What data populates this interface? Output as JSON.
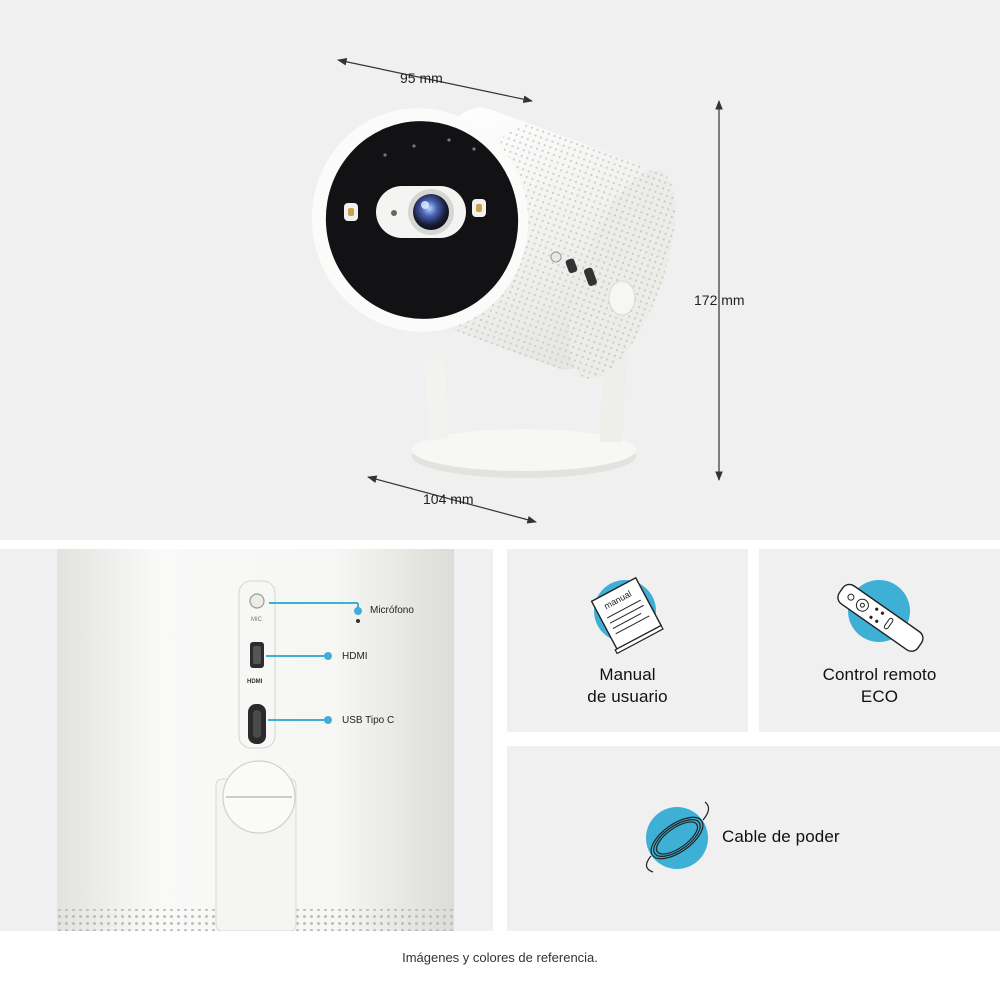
{
  "dimensions": {
    "width": "95 mm",
    "height": "172 mm",
    "base": "104 mm"
  },
  "ports": {
    "mic_label": "Micrófono",
    "hdmi_label": "HDMI",
    "usb_label": "USB Tipo C",
    "mic_print": "MIC",
    "hdmi_print": "HDMI"
  },
  "accessories": {
    "manual_line1": "Manual",
    "manual_line2": "de usuario",
    "manual_cover_text": "manual",
    "remote_line1": "Control remoto",
    "remote_line2": "ECO",
    "cable": "Cable de poder"
  },
  "footnote": "Imágenes y colores de referencia.",
  "colors": {
    "accent": "#3eb0d6",
    "panel": "#f0f0f0",
    "device": "#f4f4f2"
  }
}
